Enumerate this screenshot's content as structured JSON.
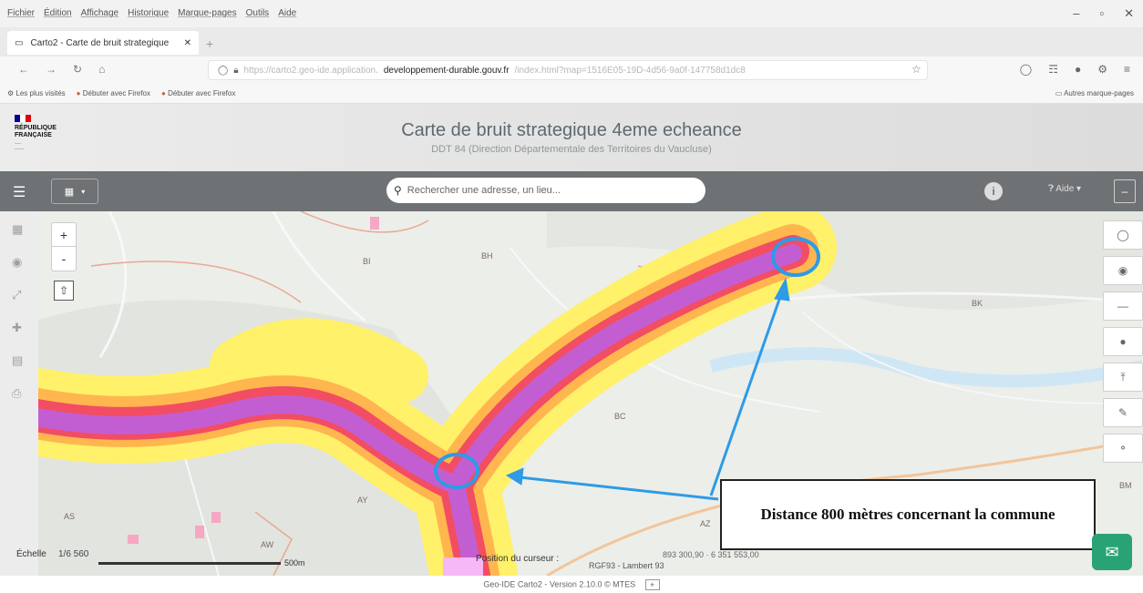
{
  "browser": {
    "menu": [
      "Fichier",
      "Édition",
      "Affichage",
      "Historique",
      "Marque-pages",
      "Outils",
      "Aide"
    ],
    "tab_title": "Carto2 - Carte de bruit strategique",
    "url_prefix": "https://carto2.geo-ide.application.",
    "url_host": "developpement-durable.gouv.fr",
    "url_suffix": "/index.html?map=1516E05-19D-4d56-9a0f-147758d1dc8",
    "bookmarks": [
      "Les plus visités",
      "Débuter avec Firefox",
      "Débuter avec Firefox"
    ],
    "other_bookmarks": "Autres marque-pages"
  },
  "header": {
    "logo_line1": "RÉPUBLIQUE",
    "logo_line2": "FRANÇAISE",
    "title": "Carte de bruit strategique 4eme echeance",
    "subtitle": "DDT 84 (Direction Départementale des Territoires du Vaucluse)"
  },
  "toolbar": {
    "search_placeholder": "Rechercher une adresse, un lieu...",
    "help_label": "Aide"
  },
  "map": {
    "labels": [
      "BI",
      "BH",
      "BK",
      "BC",
      "AY",
      "AS",
      "AW",
      "AZ",
      "BM"
    ],
    "callout_text": "Distance 800 mètres concernant la commune",
    "colors": {
      "zone_yellow": "#fff16a",
      "zone_orange": "#ffb64f",
      "zone_red": "#f24d62",
      "zone_purple": "#c35ed2",
      "annotation_blue": "#2d9be6"
    }
  },
  "footer": {
    "scale_label": "Échelle",
    "scale_value": "1/6 560",
    "scale_distance": "500m",
    "cursor_label": "Position du curseur :",
    "cursor_coords": "893 300,90 · 6 351 553,00",
    "projection": "RGF93 - Lambert 93",
    "version": "Geo-IDE Carto2 - Version 2.10.0 © MTES"
  }
}
